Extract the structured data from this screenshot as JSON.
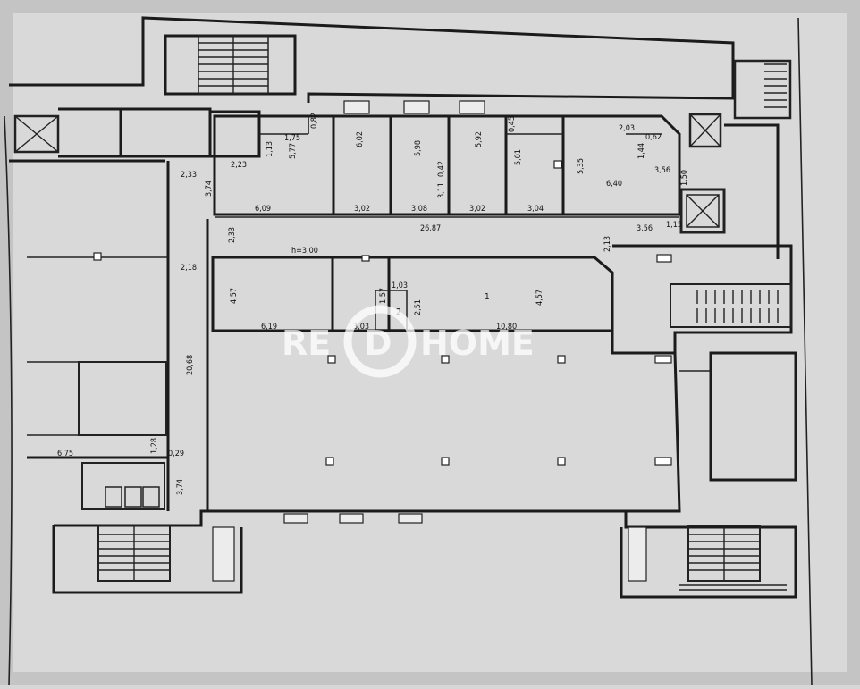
{
  "watermark": {
    "left": "RE",
    "right": "HOME",
    "badge": "D"
  },
  "rooms": [
    "1",
    "2"
  ],
  "height_label": "h=3,00",
  "dimensions": {
    "d_6_09": "6,09",
    "d_3_02a": "3,02",
    "d_3_08": "3,08",
    "d_3_02b": "3,02",
    "d_3_04": "3,04",
    "d_26_87": "26,87",
    "d_3_56a": "3,56",
    "d_1_15": "1,15",
    "d_2_33": "2,33",
    "d_2_23": "2,23",
    "d_1_75": "1,75",
    "d_2_03": "2,03",
    "d_0_62": "0,62",
    "d_3_56b": "3,56",
    "d_6_40": "6,40",
    "d_2_18": "2,18",
    "d_6_19": "6,19",
    "d_3_03": "3,03",
    "d_1_03": "1,03",
    "d_10_80": "10,80",
    "d_6_75": "6,75",
    "d_0_29": "0,29",
    "v_3_74a": "3,74",
    "v_5_77a": "5,77",
    "v_6_02": "6,02",
    "v_5_98": "5,98",
    "v_5_92": "5,92",
    "v_5_01": "5,01",
    "v_5_35": "5,35",
    "v_1_13": "1,13",
    "v_0_82": "0,82",
    "v_0_42": "0,42",
    "v_3_11": "3,11",
    "v_0_45": "0,45",
    "v_1_44": "1,44",
    "v_1_50": "1,50",
    "v_2_13": "2,13",
    "v_2_33": "2,33",
    "v_4_57a": "4,57",
    "v_1_57": "1,57",
    "v_2_51": "2,51",
    "v_4_57b": "4,57",
    "v_20_68": "20,68",
    "v_1_28": "1,28",
    "v_3_74b": "3,74"
  }
}
